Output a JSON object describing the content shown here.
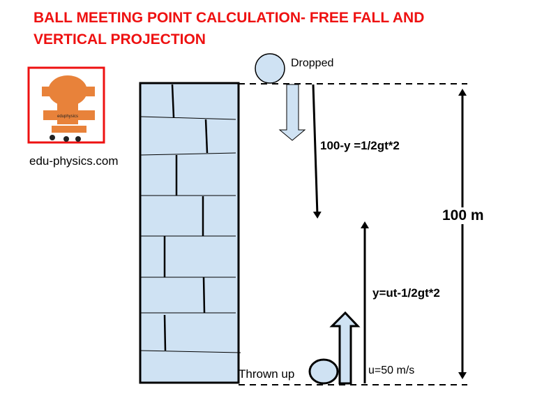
{
  "title": {
    "line1": "BALL MEETING POINT CALCULATION- FREE FALL AND",
    "line2": "VERTICAL PROJECTION"
  },
  "logo": {
    "text": "eduphysics",
    "site": "edu-physics.com"
  },
  "labels": {
    "dropped": "Dropped",
    "thrown_up": "Thrown up",
    "falling_eq": "100-y =1/2gt*2",
    "rising_eq": "y=ut-1/2gt*2",
    "height": "100 m",
    "initial_velocity": "u=50 m/s"
  },
  "colors": {
    "title": "#ee1111",
    "wall_fill": "#cfe2f3",
    "logo_orange": "#e8823a",
    "logo_border": "#ee1111"
  }
}
